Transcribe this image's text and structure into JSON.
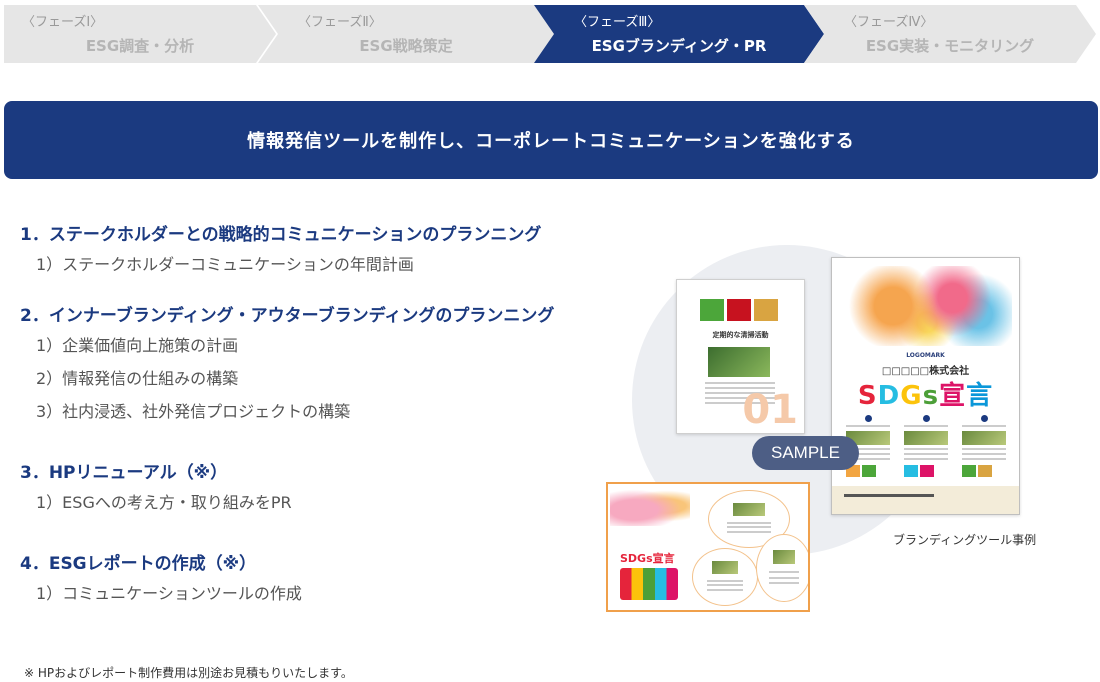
{
  "phases": [
    {
      "num": "〈フェーズⅠ〉",
      "title": "ESG調査・分析"
    },
    {
      "num": "〈フェーズⅡ〉",
      "title": "ESG戦略策定"
    },
    {
      "num": "〈フェーズⅢ〉",
      "title": "ESGブランディング・PR"
    },
    {
      "num": "〈フェーズⅣ〉",
      "title": "ESG実装・モニタリング"
    }
  ],
  "banner": "情報発信ツールを制作し、コーポレートコミュニケーションを強化する",
  "sections": [
    {
      "title": "1．ステークホルダーとの戦略的コミュニケーションのプランニング",
      "items": [
        "1）ステークホルダーコミュニケーションの年間計画"
      ]
    },
    {
      "title": "2．インナーブランディング・アウターブランディングのプランニング",
      "items": [
        "1）企業価値向上施策の計画",
        "2）情報発信の仕組みの構築",
        "3）社内浸透、社外発信プロジェクトの構築"
      ]
    },
    {
      "title": "3．HPリニューアル（※）",
      "items": [
        "1）ESGへの考え方・取り組みをPR"
      ]
    },
    {
      "title": "4．ESGレポートの作成（※）",
      "items": [
        "1）コミュニケーションツールの作成"
      ]
    }
  ],
  "note": "※ HPおよびレポート制作費用は別途お見積もりいたします。",
  "samples": {
    "small_doc_title": "定期的な清掃活動",
    "small_doc_number": "01",
    "badge": "SAMPLE",
    "big_doc_logo": "LOGOMARK",
    "big_doc_company": "□□□□□株式会社",
    "big_doc_sdgs": [
      "S",
      "D",
      "G",
      "s",
      "宣",
      "言"
    ],
    "wide_doc_sdgs": "SDGs宣言",
    "caption": "ブランディングツール事例"
  },
  "colors": {
    "navy": "#1b3a80",
    "phase_inactive": "#e6e6e6",
    "square_green": "#4ca63a",
    "square_red": "#c7121f",
    "square_gold": "#d9a441"
  }
}
